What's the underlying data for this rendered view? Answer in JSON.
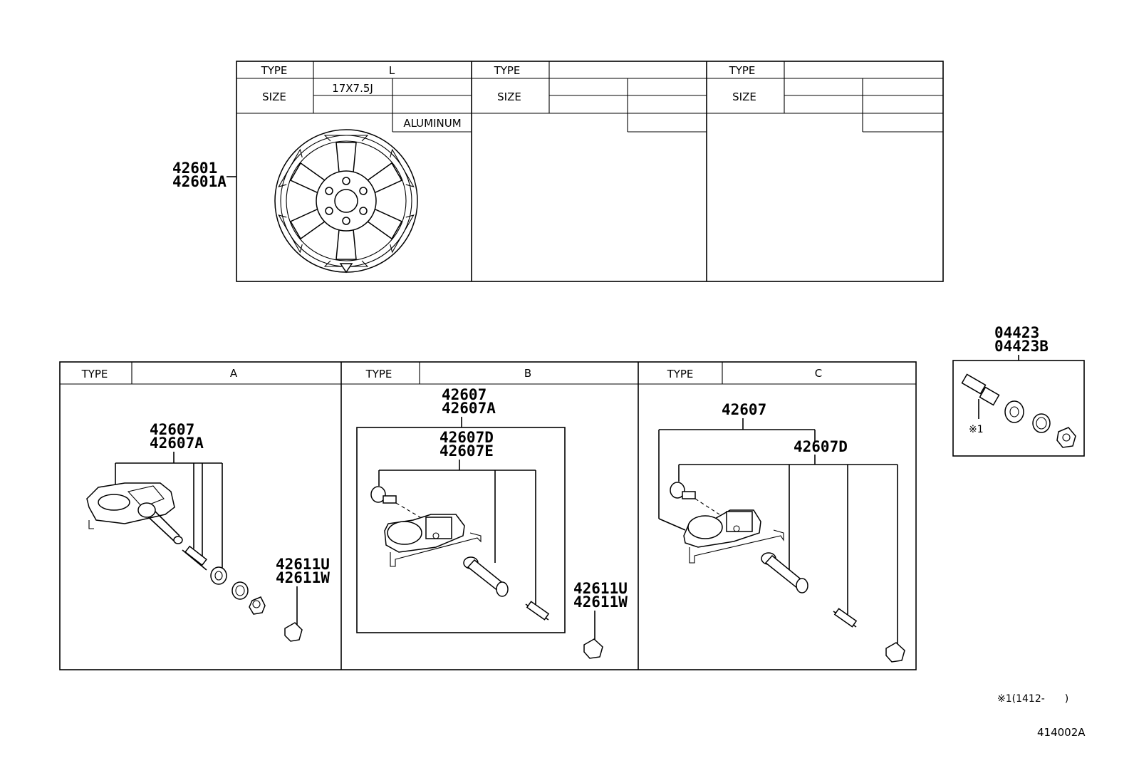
{
  "wheel_table": {
    "columns": [
      {
        "type_label": "TYPE",
        "type_value": "L",
        "size_label": "SIZE",
        "size_value": "17X7.5J",
        "material": "ALUMINUM"
      },
      {
        "type_label": "TYPE",
        "type_value": "",
        "size_label": "SIZE",
        "size_value": "",
        "material": ""
      },
      {
        "type_label": "TYPE",
        "type_value": "",
        "size_label": "SIZE",
        "size_value": "",
        "material": ""
      }
    ],
    "callout": [
      "42601",
      "42601A"
    ]
  },
  "sensor_table": {
    "panels": [
      {
        "type_label": "TYPE",
        "type_value": "A",
        "callouts": {
          "main": [
            "42607",
            "42607A"
          ],
          "cap": [
            "42611U",
            "42611W"
          ]
        }
      },
      {
        "type_label": "TYPE",
        "type_value": "B",
        "callouts": {
          "main": [
            "42607",
            "42607A"
          ],
          "sub": [
            "42607D",
            "42607E"
          ],
          "cap": [
            "42611U",
            "42611W"
          ]
        }
      },
      {
        "type_label": "TYPE",
        "type_value": "C",
        "callouts": {
          "main": [
            "42607"
          ],
          "sub": [
            "42607D"
          ]
        }
      }
    ]
  },
  "valve_kit": {
    "callout": [
      "04423",
      "04423B"
    ],
    "note_mark": "※1"
  },
  "footnote": "※1(1412-　　)",
  "diagram_id": "414002A"
}
